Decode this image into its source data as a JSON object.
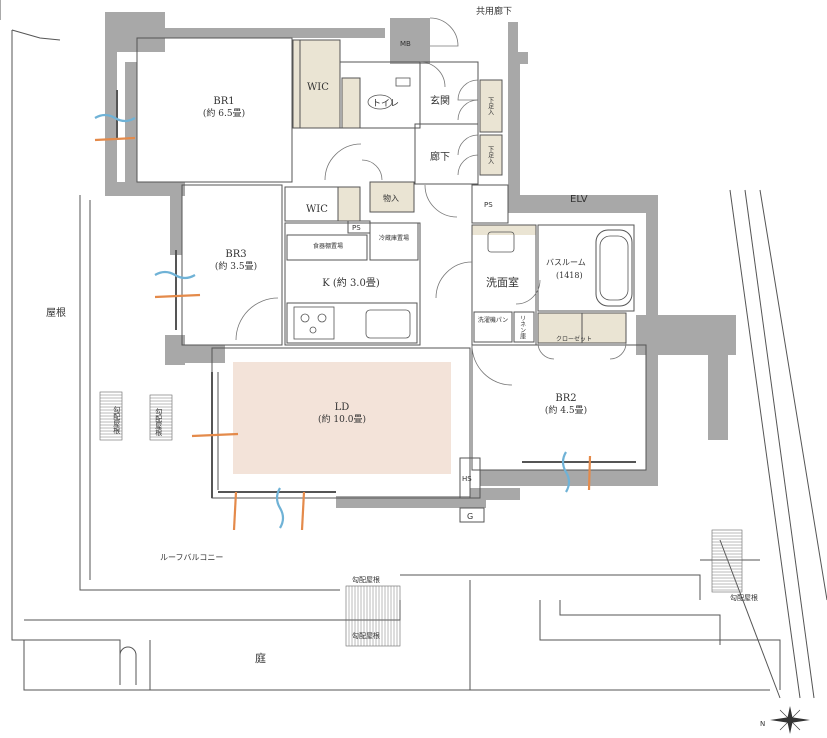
{
  "labels": {
    "corridor_shared": "共用廊下",
    "mb": "MB",
    "wic1": "WIC",
    "toilet": "トイレ",
    "entrance": "玄関",
    "hall": "廊下",
    "shoe1": "下足入",
    "shoe2": "下足入",
    "storage": "物入",
    "ps1": "PS",
    "ps2": "PS",
    "elv": "ELV",
    "br1": "BR1",
    "br1_area": "(約 6.5畳)",
    "wic2": "WIC",
    "br3": "BR3",
    "br3_area": "(約 3.5畳)",
    "kitchen": "K (約 3.0畳)",
    "fridge": "冷蔵庫置場",
    "appliance": "食器棚置場",
    "washroom": "洗面室",
    "bathroom": "バスルーム",
    "bathroom_size": "(1418)",
    "washer_pan": "洗濯機パン",
    "linen": "リネン庫",
    "closet": "クローゼット",
    "br2": "BR2",
    "br2_area": "(約 4.5畳)",
    "ld": "LD",
    "ld_area": "(約 10.0畳)",
    "hs": "HS",
    "g": "G",
    "roof": "屋根",
    "sloped_roof_left": "勾配屋根",
    "sloped_roof_left2": "勾配屋根",
    "roof_balcony": "ルーフバルコニー",
    "sloped_roof_center_top": "勾配屋根",
    "sloped_roof_center_bottom": "勾配屋根",
    "sloped_roof_right": "勾配屋根",
    "garden": "庭",
    "north": "N"
  },
  "colors": {
    "wall": "#a8a8a8",
    "ld_floor": "#f3e3d9",
    "storage_fill": "#eae4d3",
    "line": "#444444",
    "breeze_warm": "#e48a4a",
    "breeze_cool": "#6fb2d6"
  },
  "icons": [
    "breeze-icon",
    "compass-icon",
    "stove-icon",
    "sink-icon",
    "toilet-icon",
    "bathtub-icon"
  ]
}
